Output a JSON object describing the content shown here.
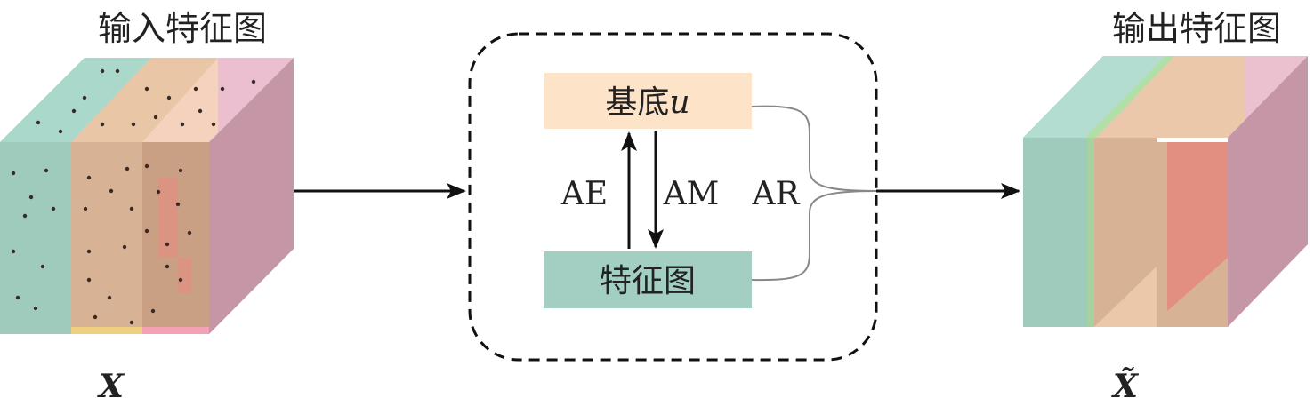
{
  "input_title": "输入特征图",
  "output_title": "输出特征图",
  "input_symbol": "X",
  "output_symbol": "X̃",
  "module": {
    "basis_label": "基底",
    "basis_var": "u",
    "feature_label": "特征图",
    "ae_label": "AE",
    "am_label": "AM",
    "ar_label": "AR"
  },
  "colors": {
    "teal": "#9fcbbd",
    "tan": "#d8b294",
    "peach": "#fde3c8",
    "pink": "#c496a6",
    "red": "#e28f82"
  }
}
